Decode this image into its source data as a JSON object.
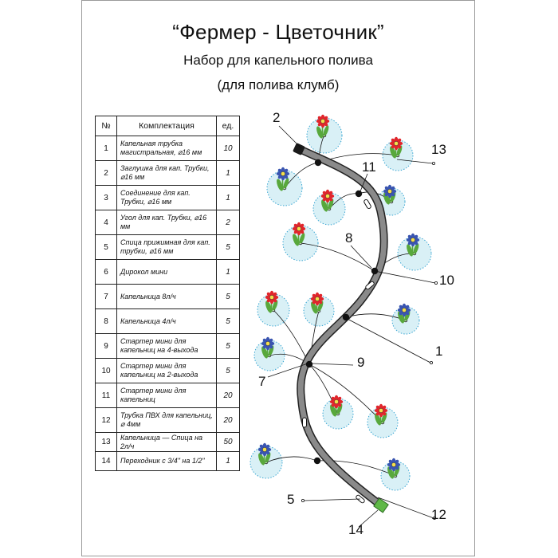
{
  "header": {
    "title": "“Фермер - Цветочник”",
    "subtitle": "Набор для капельного полива",
    "subtitle2": "(для полива клумб)"
  },
  "table": {
    "columns": [
      "№",
      "Комплектация",
      "ед."
    ],
    "rows": [
      {
        "num": "1",
        "name": "Капельная трубка магистральная, ⌀16 мм",
        "qty": "10"
      },
      {
        "num": "2",
        "name": "Заглушка для кап. Трубки, ⌀16 мм",
        "qty": "1"
      },
      {
        "num": "3",
        "name": "Соединение для кап. Трубки, ⌀16 мм",
        "qty": "1"
      },
      {
        "num": "4",
        "name": "Угол для кап. Трубки, ⌀16 мм",
        "qty": "2"
      },
      {
        "num": "5",
        "name": "Спица прижимная для кап. трубки, ⌀16 мм",
        "qty": "5"
      },
      {
        "num": "6",
        "name": "Дирокол мини",
        "qty": "1"
      },
      {
        "num": "7",
        "name": "Капельница 8л/ч",
        "qty": "5"
      },
      {
        "num": "8",
        "name": "Капельница 4л/ч",
        "qty": "5"
      },
      {
        "num": "9",
        "name": "Стартер мини для капельниц на 4-выхода",
        "qty": "5"
      },
      {
        "num": "10",
        "name": "Стартер мини для капельниц на 2-выхода",
        "qty": "5"
      },
      {
        "num": "11",
        "name": "Стартер мини для капельниц",
        "qty": "20"
      },
      {
        "num": "12",
        "name": "Трубка ПВХ для капельниц, ⌀ 4мм",
        "qty": "20"
      },
      {
        "num": "13",
        "name": "Капельница — Спица на 2л/ч",
        "qty": "50"
      },
      {
        "num": "14",
        "name": "Переходник с 3/4\" на 1/2\"",
        "qty": "1"
      }
    ]
  },
  "callouts": {
    "c2": "2",
    "c13": "13",
    "c11": "11",
    "c8": "8",
    "c10": "10",
    "c1": "1",
    "c9": "9",
    "c7": "7",
    "c5": "5",
    "c12": "12",
    "c14": "14"
  },
  "colors": {
    "pipe": "#7d7d7d",
    "flower_red": "#e0262c",
    "flower_blue": "#3a55b0",
    "leaf": "#58a83c",
    "zone_fill": "#d9f0f6",
    "zone_border": "#3aa6d2",
    "connector_green": "#5fb847"
  }
}
